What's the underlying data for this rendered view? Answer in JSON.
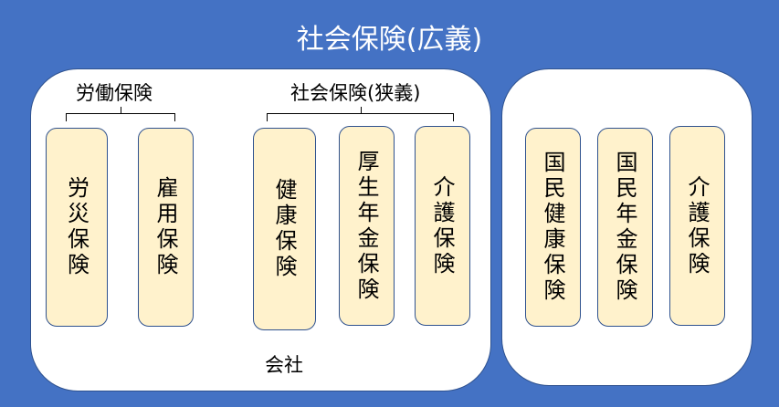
{
  "title": "社会保険(広義)",
  "company_panel": {
    "label": "会社",
    "groups": [
      {
        "label": "労働保険"
      },
      {
        "label": "社会保険(狭義)"
      }
    ],
    "boxes": [
      "労災保険",
      "雇用保険",
      "健康保険",
      "厚生年金保険",
      "介護保険"
    ]
  },
  "individual_panel": {
    "boxes": [
      "国民健康保険",
      "国民年金保険",
      "介護保険"
    ]
  },
  "colors": {
    "background": "#4472C4",
    "box_fill": "#FFF2CC",
    "box_border": "#2F528F"
  }
}
